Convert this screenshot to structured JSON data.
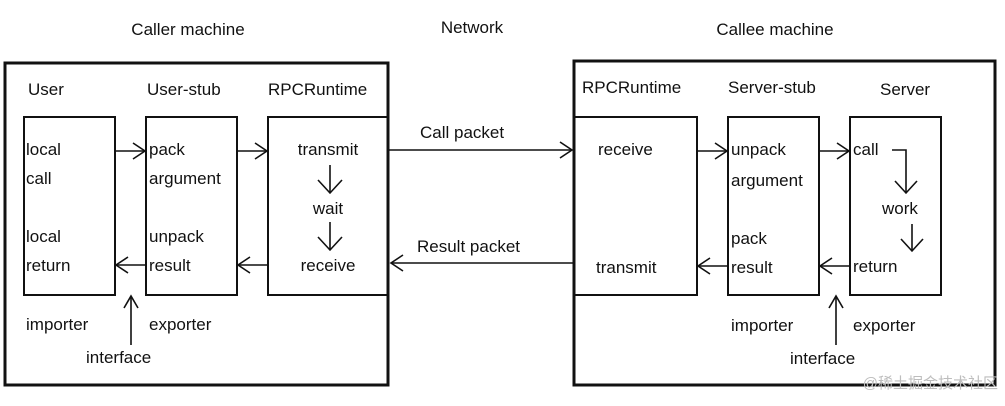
{
  "titles": {
    "caller": "Caller machine",
    "network": "Network",
    "callee": "Callee machine"
  },
  "caller": {
    "user": {
      "header": "User",
      "lines": [
        "local",
        "call",
        "local",
        "return"
      ],
      "footer": "importer"
    },
    "user_stub": {
      "header": "User-stub",
      "lines": [
        "pack",
        "argument",
        "unpack",
        "result"
      ],
      "footer": "exporter"
    },
    "runtime": {
      "header": "RPCRuntime",
      "lines": [
        "transmit",
        "wait",
        "receive"
      ]
    },
    "interface_label": "interface"
  },
  "network": {
    "call_packet": "Call packet",
    "result_packet": "Result packet"
  },
  "callee": {
    "runtime": {
      "header": "RPCRuntime",
      "lines": [
        "receive",
        "transmit"
      ]
    },
    "server_stub": {
      "header": "Server-stub",
      "lines": [
        "unpack",
        "argument",
        "pack",
        "result"
      ],
      "footer": "importer"
    },
    "server": {
      "header": "Server",
      "lines": [
        "call",
        "work",
        "return"
      ],
      "footer": "exporter"
    },
    "interface_label": "interface"
  },
  "watermark": {
    "site": "@稀土掘金技术社区"
  }
}
